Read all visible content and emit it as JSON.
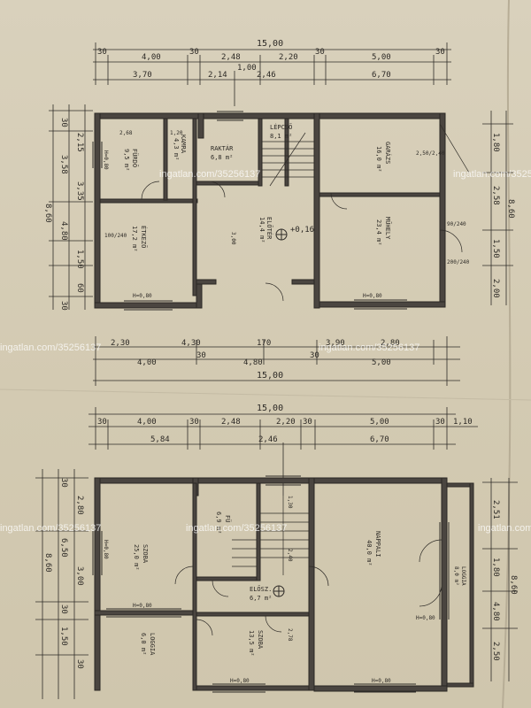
{
  "watermark": "ingatlan.com/35256137",
  "ground": {
    "top_dims": {
      "total": "15,00",
      "segments": [
        "30",
        "4,00",
        "30",
        "2,48",
        "2,20",
        "30",
        "5,00",
        "30"
      ],
      "secondary": [
        "3,70",
        "2,14",
        "1,00",
        "2,46",
        "6,70"
      ]
    },
    "left_dims": [
      "30",
      "2,15",
      "3,58",
      "3,35",
      "4,80",
      "8,60",
      "1,50",
      "60",
      "30"
    ],
    "right_dims": [
      "1,80",
      "2,58",
      "8,60",
      "1,50",
      "2,00"
    ],
    "bottom_dims": {
      "row1": [
        "2,30",
        "4,30",
        "170",
        "3,90",
        "2,80"
      ],
      "row2": [
        "4,00",
        "30",
        "4,80",
        "30",
        "5,00"
      ],
      "total": "15,00"
    },
    "rooms": [
      {
        "name": "FÜRDŐ",
        "area": "9,5 m²"
      },
      {
        "name": "KAMRA",
        "area": "4,3 m²"
      },
      {
        "name": "RAKTÁR",
        "area": "6,8 m²"
      },
      {
        "name": "LÉPCSŐ",
        "area": "8,1 m²"
      },
      {
        "name": "GARÁZS",
        "area": "16,0 m²"
      },
      {
        "name": "ÉTKEZŐ",
        "area": "17,2 m²"
      },
      {
        "name": "ELŐTÉR",
        "area": "14,4 m²"
      },
      {
        "name": "MŰHELY",
        "area": "23,4 m²"
      }
    ],
    "notes": [
      "2,68",
      "1,20",
      "3,00",
      "+0,16",
      "H=0,80",
      "H=0,80",
      "H=0,80",
      "2,50/2,40",
      "90/240",
      "200/240",
      "100/240"
    ]
  },
  "upper": {
    "top_dims": {
      "total": "15,00",
      "segments": [
        "30",
        "4,00",
        "30",
        "2,48",
        "2,20",
        "30",
        "5,00",
        "30",
        "1,10"
      ],
      "secondary": [
        "5,84",
        "2,46",
        "6,70"
      ]
    },
    "left_dims": [
      "30",
      "2,80",
      "6,50",
      "3,00",
      "8,60",
      "30",
      "1,50",
      "30"
    ],
    "right_dims": [
      "2,51",
      "1,80",
      "8,60",
      "4,80",
      "2,50"
    ],
    "rooms": [
      {
        "name": "SZOBA",
        "area": "25,0 m²"
      },
      {
        "name": "FÜ",
        "area": "6,9 m²"
      },
      {
        "name": "NAPPALI",
        "area": "40,0 m²"
      },
      {
        "name": "ELŐSZ.",
        "area": "6,7 m²"
      },
      {
        "name": "SZOBA",
        "area": "13,5 m²"
      },
      {
        "name": "LOGGIA",
        "area": "6,0 m²"
      },
      {
        "name": "LOGGIA",
        "area": "8,0 m²"
      }
    ],
    "notes": [
      "1,30",
      "2,40",
      "2,78",
      "H=0,80",
      "H=0,80",
      "H=0,80",
      "H=0,80",
      "H=0,80"
    ]
  }
}
